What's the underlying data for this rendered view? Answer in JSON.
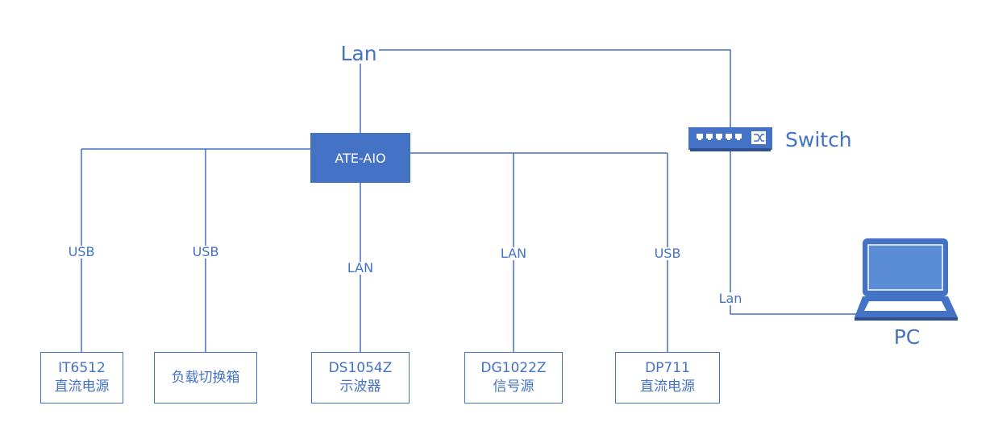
{
  "hub": {
    "label": "ATE-AIO"
  },
  "top_link": {
    "label": "Lan"
  },
  "switch": {
    "label": "Switch",
    "icon": "network-switch-icon"
  },
  "pc": {
    "label": "PC",
    "link_label": "Lan",
    "icon": "laptop-icon"
  },
  "devices": [
    {
      "id": "it6512",
      "line1": "IT6512",
      "line2": "直流电源",
      "link": "USB"
    },
    {
      "id": "load-box",
      "line1": "负载切换箱",
      "line2": "",
      "link": "USB"
    },
    {
      "id": "ds1054z",
      "line1": "DS1054Z",
      "line2": "示波器",
      "link": "LAN"
    },
    {
      "id": "dg1022z",
      "line1": "DG1022Z",
      "line2": "信号源",
      "link": "LAN"
    },
    {
      "id": "dp711",
      "line1": "DP711",
      "line2": "直流电源",
      "link": "USB"
    }
  ],
  "colors": {
    "accent": "#4472C4",
    "background": "#FFFFFF"
  }
}
